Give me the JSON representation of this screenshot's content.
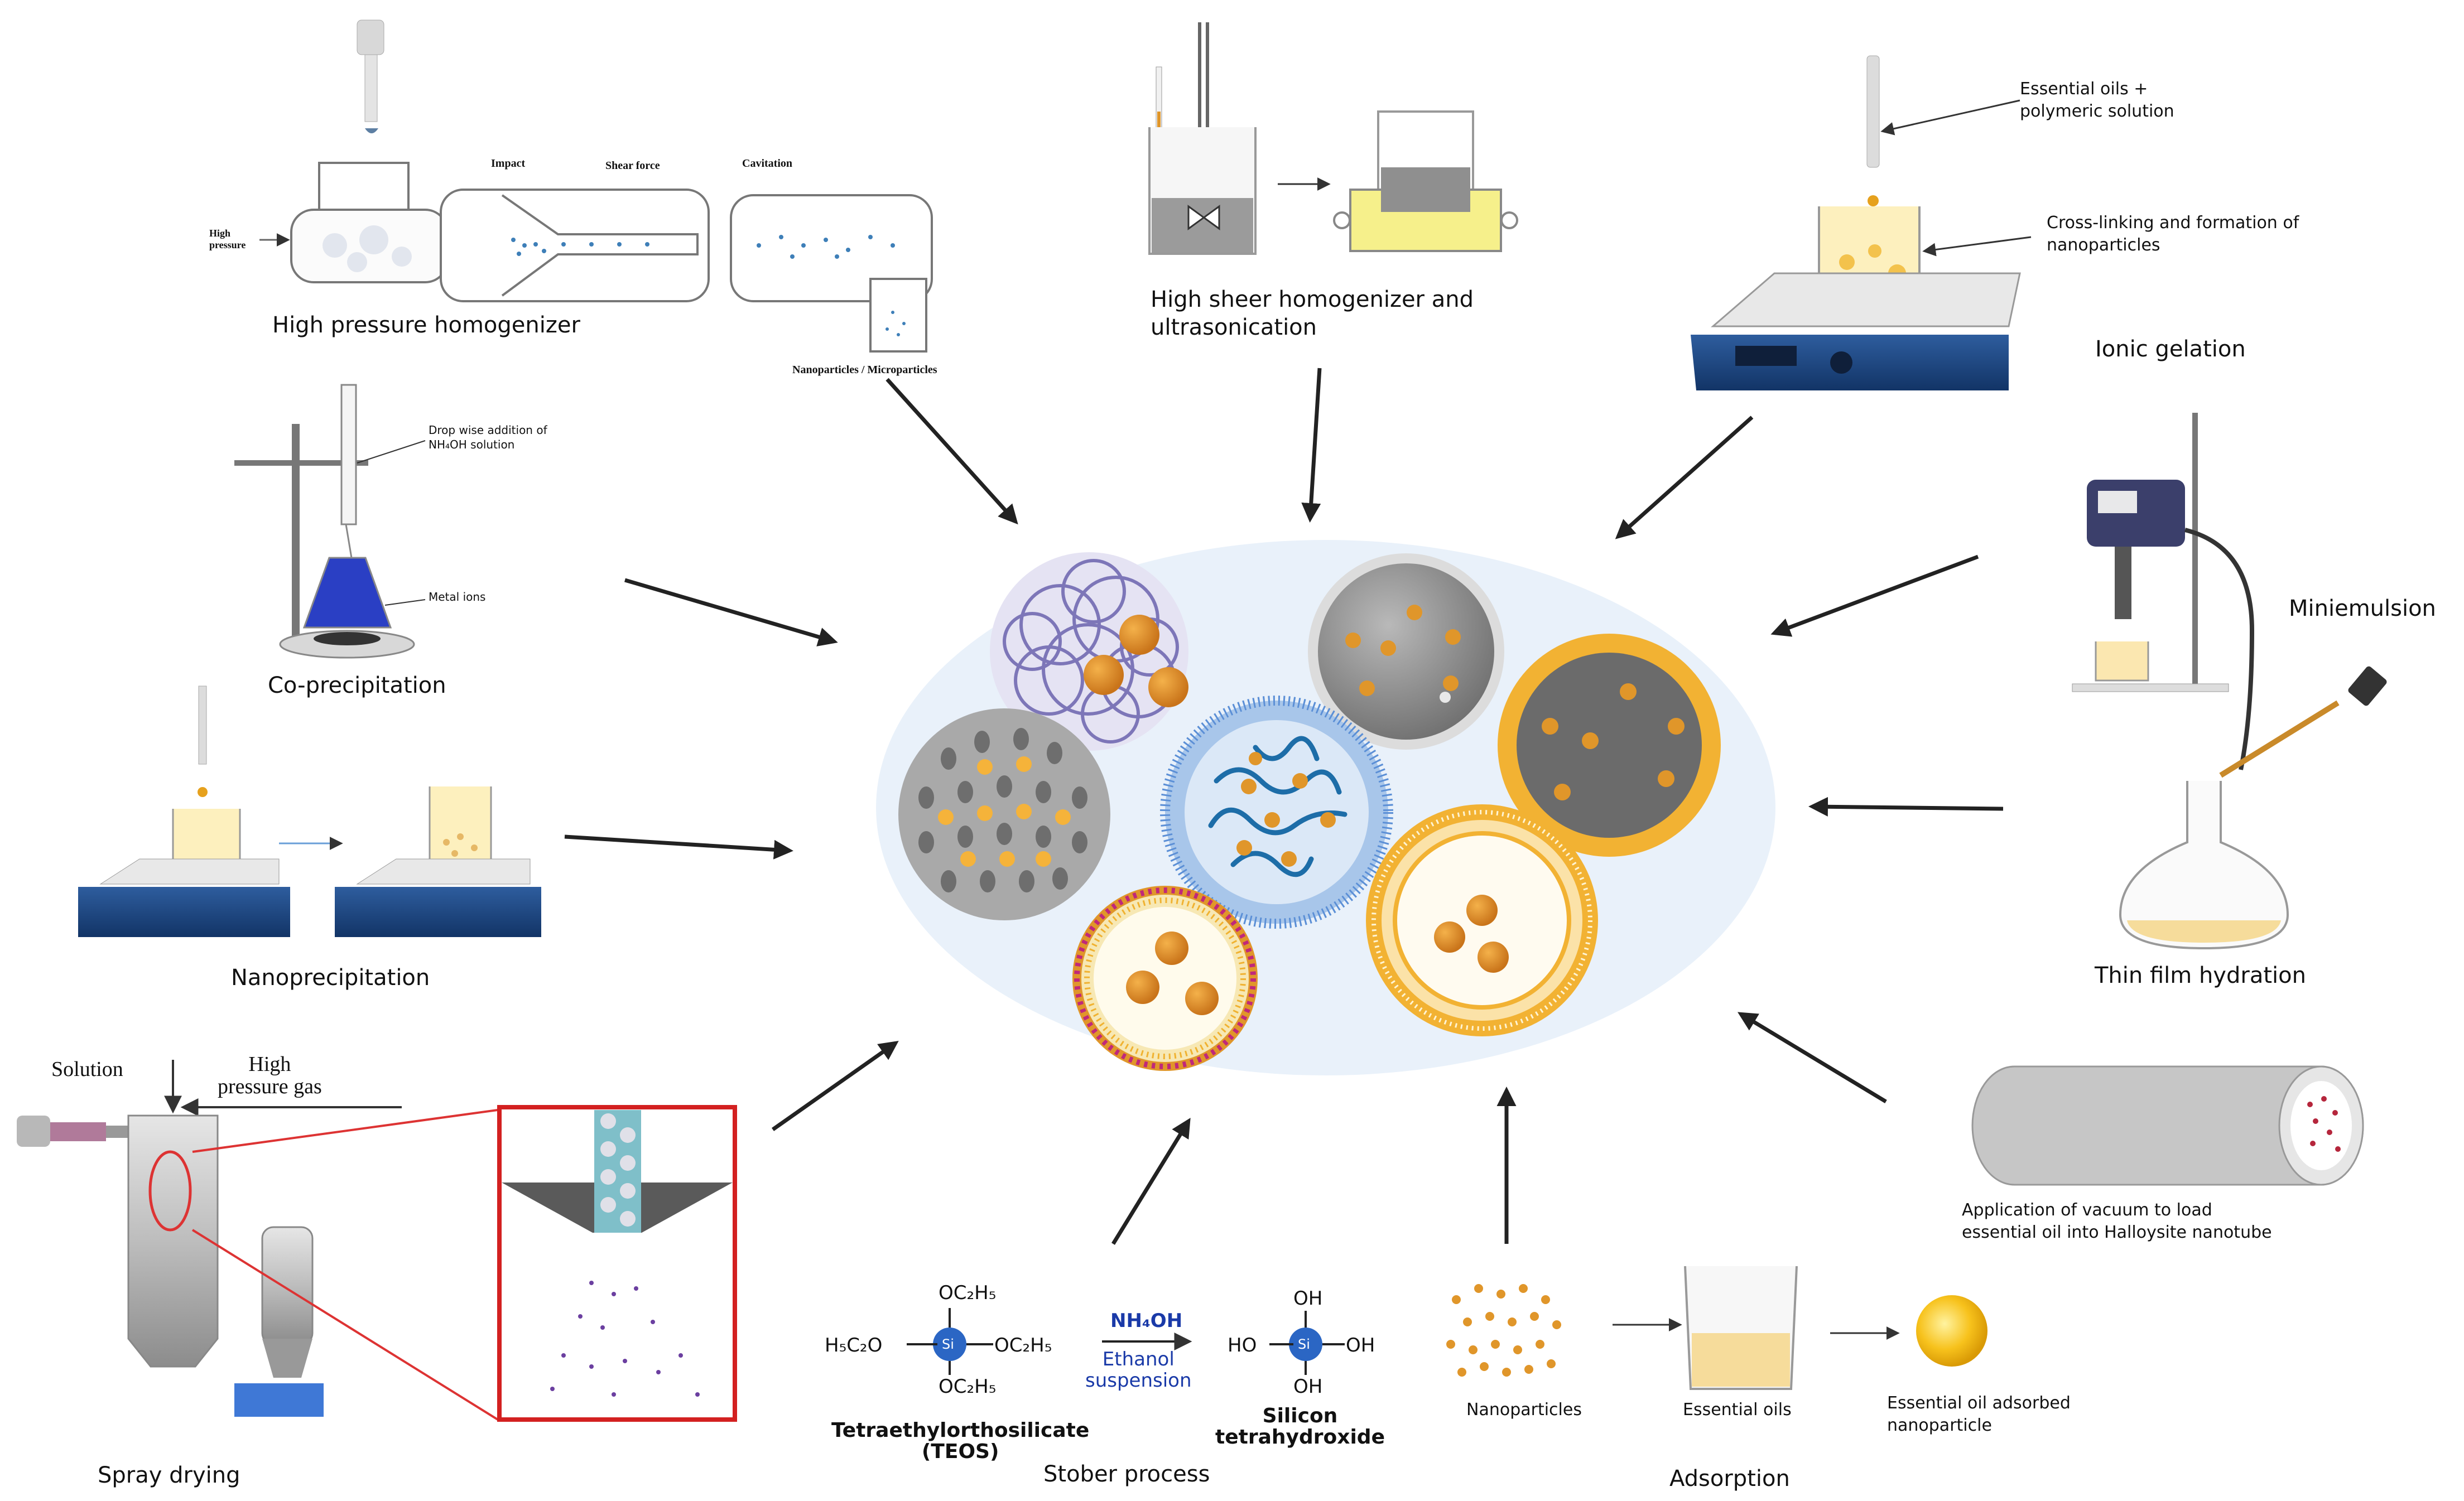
{
  "center": {
    "colors": {
      "halo": "#e9f1fa",
      "polymer": "#7d76b8",
      "core": "#e0962a",
      "shell": "#f2b233",
      "dark": "#6e6e6e"
    }
  },
  "methods": {
    "high_pressure_homogenizer": {
      "label": "High pressure homogenizer",
      "high_pressure": "High\npressure",
      "impact": "Impact",
      "shear_force": "Shear force",
      "cavitation": "Cavitation",
      "output": "Nanoparticles / Microparticles"
    },
    "high_shear": {
      "label": "High sheer homogenizer and\nultrasonication"
    },
    "ionic_gelation": {
      "label": "Ionic gelation",
      "note1": "Essential oils +\npolymeric solution",
      "note2": "Cross-linking and formation of\nnanoparticles"
    },
    "co_precipitation": {
      "label": "Co-precipitation",
      "note1": "Drop wise addition of\nNH₄OH solution",
      "note2": "Metal ions"
    },
    "miniemulsion": {
      "label": "Miniemulsion"
    },
    "nanoprecipitation": {
      "label": "Nanoprecipitation"
    },
    "thin_film_hydration": {
      "label": "Thin film hydration"
    },
    "spray_drying": {
      "label": "Spray drying",
      "solution": "Solution",
      "gas": "High\npressure gas"
    },
    "halloysite": {
      "label": "Application of vacuum to load\nessential oil into Halloysite nanotube"
    },
    "stober": {
      "label": "Stober process",
      "teos_name": "Tetraethylorthosilicate\n(TEOS)",
      "product_name": "Silicon\ntetrahydroxide",
      "reagent": "NH₄OH",
      "conditions": "Ethanol\nsuspension",
      "oc2h5": "OC₂H₅",
      "h5c2o": "H₅C₂O",
      "si": "Si",
      "oh": "OH",
      "ho": "HO"
    },
    "adsorption": {
      "label": "Adsorption",
      "nanoparticles": "Nanoparticles",
      "essential_oils": "Essential oils",
      "product": "Essential oil adsorbed\nnanoparticle"
    }
  }
}
